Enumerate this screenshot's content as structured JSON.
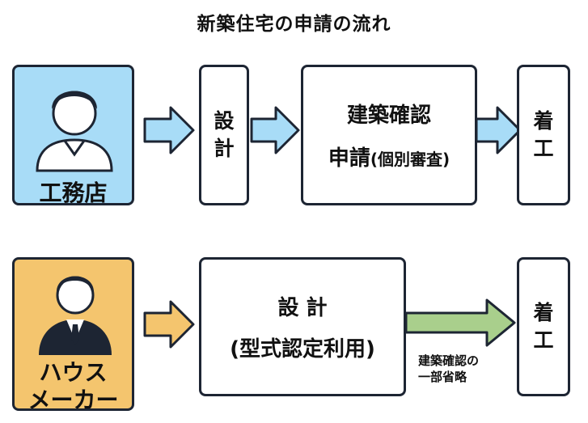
{
  "title": "新築住宅の申請の流れ",
  "colors": {
    "border": "#1d2533",
    "actor1_bg": "#a8dcf7",
    "actor2_bg": "#f4c56e",
    "arrow_blue": "#a8dcf7",
    "arrow_orange": "#f4c56e",
    "arrow_green": "#a9cf8c"
  },
  "row1": {
    "actor": {
      "label": "工務店",
      "icon": "person-casual-icon"
    },
    "design": {
      "line1": "設",
      "line2": "計"
    },
    "review": {
      "line1": "建築確認",
      "line2_main": "申請",
      "line2_sub": "(個別審査)"
    },
    "start": {
      "line1": "着",
      "line2": "工"
    }
  },
  "row2": {
    "actor": {
      "line1": "ハウス",
      "line2": "メーカー",
      "icon": "person-suit-icon"
    },
    "design": {
      "line1": "設 計",
      "line2": "(型式認定利用)"
    },
    "note": {
      "line1": "建築確認の",
      "line2": "一部省略"
    },
    "start": {
      "line1": "着",
      "line2": "工"
    }
  }
}
